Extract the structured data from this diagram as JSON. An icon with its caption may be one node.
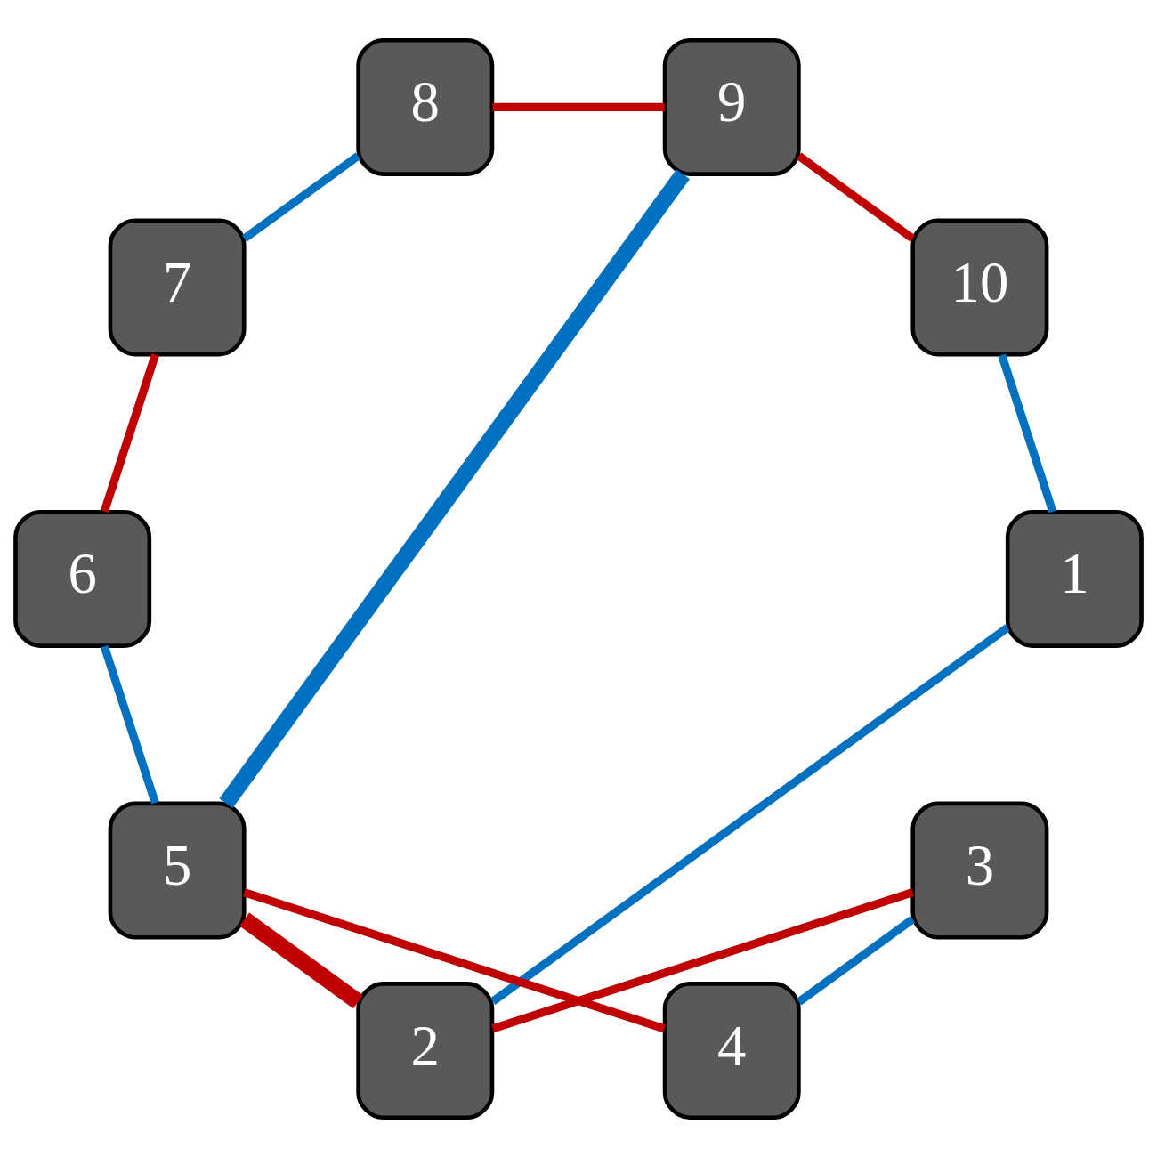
{
  "diagram": {
    "nodes": [
      {
        "text": [
          "1"
        ]
      },
      {
        "text": [
          "2"
        ]
      },
      {
        "text": [
          "3"
        ]
      },
      {
        "text": [
          "4"
        ]
      },
      {
        "text": [
          "5"
        ]
      },
      {
        "text": [
          "6"
        ]
      },
      {
        "text": [
          "7"
        ]
      },
      {
        "text": [
          "8"
        ]
      },
      {
        "text": [
          "9"
        ]
      },
      {
        "text": [
          "10"
        ]
      }
    ],
    "edges": [
      {
        "from": 0,
        "to": 1,
        "arrow": "none",
        "color": "#0070c0"
      },
      {
        "from": 1,
        "to": 2,
        "arrow": "none",
        "color": "#c00000"
      },
      {
        "from": 2,
        "to": 3,
        "arrow": "none",
        "color": "#0070c0"
      },
      {
        "from": 3,
        "to": 4,
        "arrow": "none",
        "color": "#c00000"
      },
      {
        "from": 4,
        "to": 5,
        "arrow": "none",
        "color": "#0070c0"
      },
      {
        "from": 5,
        "to": 6,
        "arrow": "none",
        "color": "#c00000"
      },
      {
        "from": 6,
        "to": 7,
        "arrow": "none",
        "color": "#0070c0"
      },
      {
        "from": 7,
        "to": 8,
        "arrow": "none",
        "color": "#c00000"
      },
      {
        "from": 8,
        "to": 9,
        "arrow": "none",
        "color": "#c00000"
      },
      {
        "from": 9,
        "to": 0,
        "arrow": "none",
        "color": "#0070c0"
      },
      {
        "from": 1,
        "to": 4,
        "arrow": "none",
        "style": "thick",
        "color": "#c00000"
      },
      {
        "from": 8,
        "to": 4,
        "arrow": "none",
        "style": "thick",
        "color": "#0070c0"
      }
    ]
  }
}
